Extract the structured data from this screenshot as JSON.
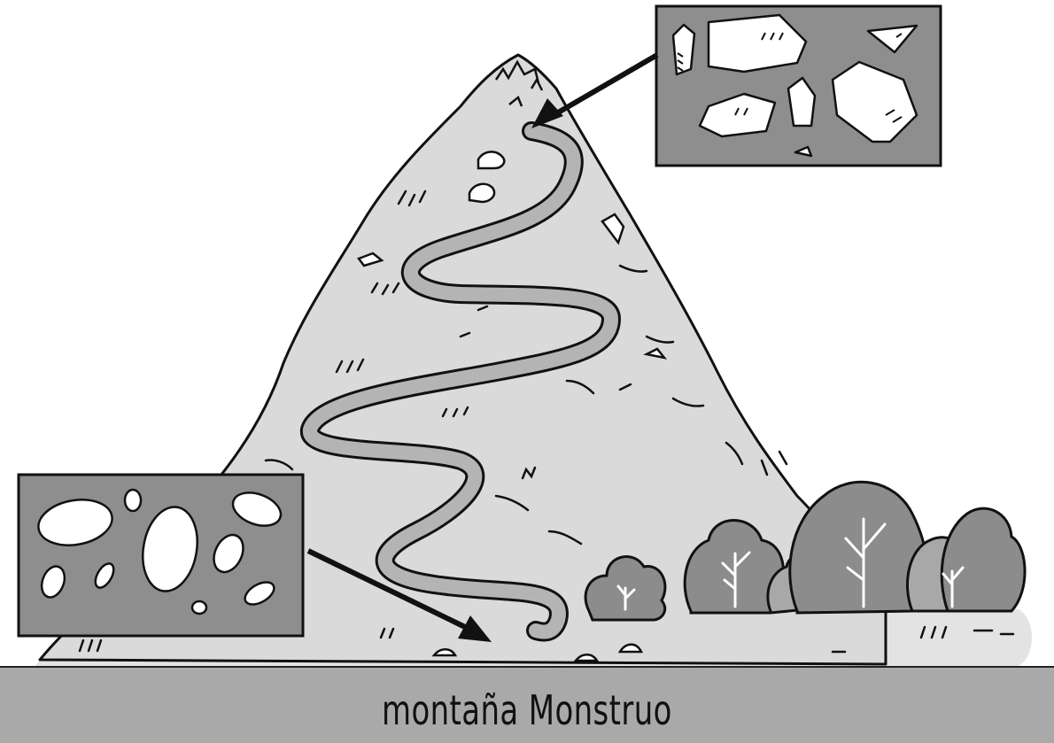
{
  "caption": "montaña Monstruo",
  "colors": {
    "mountain": "#dadada",
    "trail": "#b4b4b4",
    "panel": "#8e8e8e",
    "bush_dark": "#8c8c8c",
    "bush_light": "#a8a8a8",
    "footer": "#a9a9a9",
    "ink": "#111111"
  },
  "icons": [
    "jagged-rock-inset",
    "rounded-pebble-inset",
    "arrow-pointer",
    "bush-icon",
    "winding-trail"
  ]
}
